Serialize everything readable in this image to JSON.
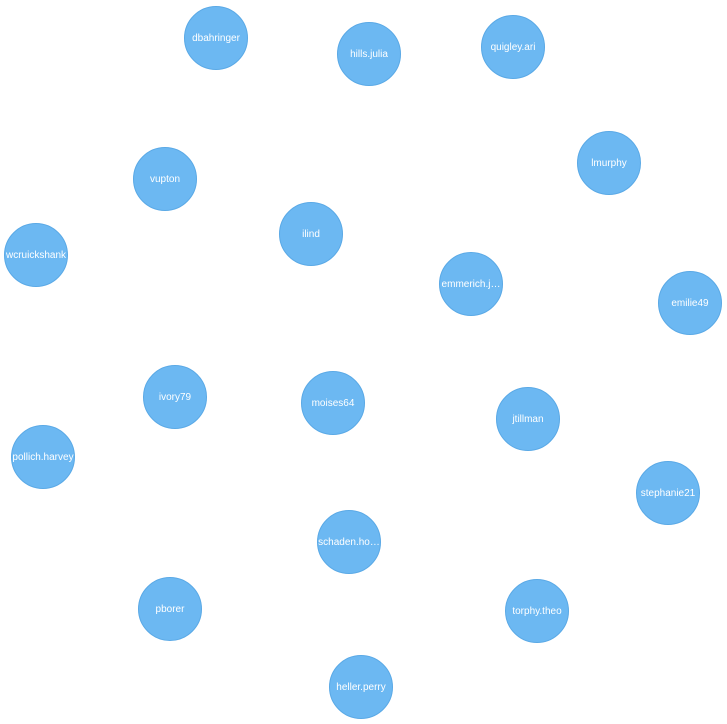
{
  "theme": {
    "node_fill": "#6cb8f2",
    "node_border": "#5aa9e6",
    "label_color": "#ffffff"
  },
  "nodes": [
    {
      "label": "dbahringer"
    },
    {
      "label": "hills.julia"
    },
    {
      "label": "quigley.ari"
    },
    {
      "label": "lmurphy"
    },
    {
      "label": "vupton"
    },
    {
      "label": "ilind"
    },
    {
      "label": "wcruickshank"
    },
    {
      "label": "emmerich.j…"
    },
    {
      "label": "emilie49"
    },
    {
      "label": "ivory79"
    },
    {
      "label": "moises64"
    },
    {
      "label": "jtillman"
    },
    {
      "label": "pollich.harvey"
    },
    {
      "label": "stephanie21"
    },
    {
      "label": "schaden.ho…"
    },
    {
      "label": "pborer"
    },
    {
      "label": "torphy.theo"
    },
    {
      "label": "heller.perry"
    }
  ]
}
